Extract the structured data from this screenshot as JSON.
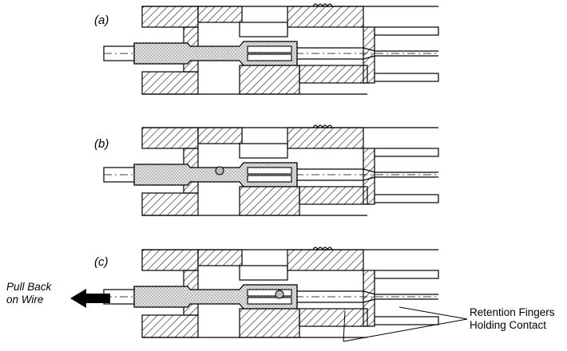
{
  "panels": [
    {
      "label": "(a)"
    },
    {
      "label": "(b)"
    },
    {
      "label": "(c)"
    }
  ],
  "callouts": {
    "pull_back_line1": "Pull Back",
    "pull_back_line2": "on Wire",
    "retention_line1": "Retention Fingers",
    "retention_line2": "Holding Contact"
  },
  "colors": {
    "ink": "#000000",
    "stipple": "#c8c8c8",
    "paper": "#ffffff"
  }
}
